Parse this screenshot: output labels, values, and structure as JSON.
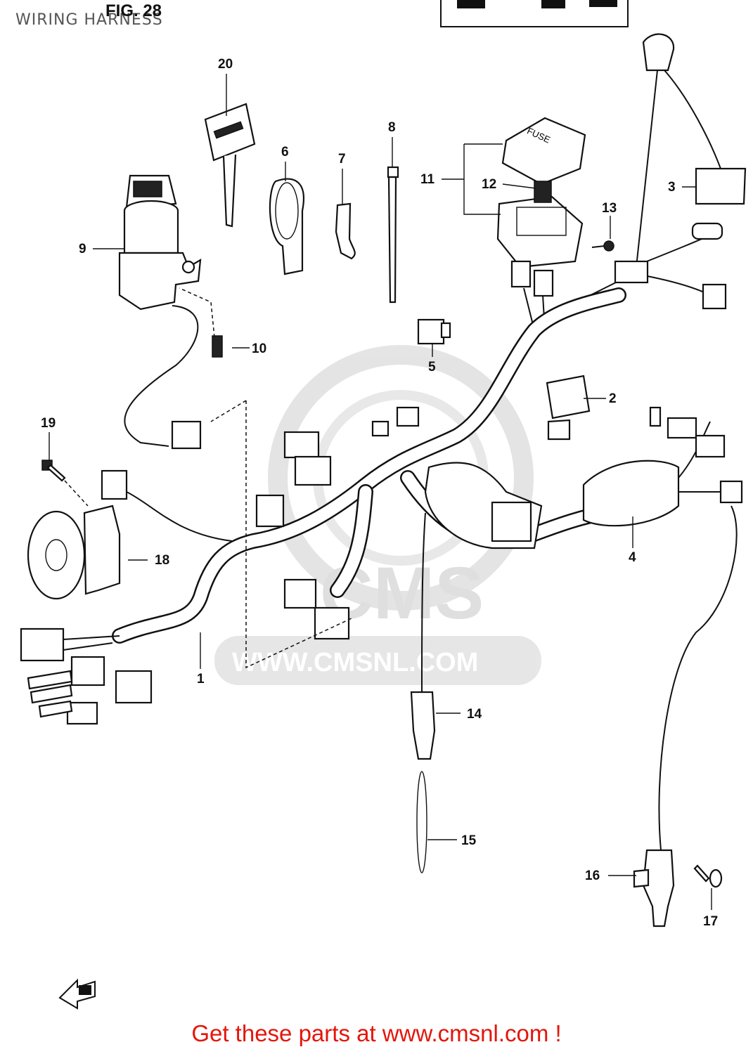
{
  "header": {
    "title": "WIRING HARNESS",
    "figure": "FIG. 28"
  },
  "watermark": {
    "logo": "CMS",
    "url": "WWW.CMSNL.COM"
  },
  "callouts": {
    "p1": "1",
    "p2": "2",
    "p3": "3",
    "p4": "4",
    "p5": "5",
    "p6": "6",
    "p7": "7",
    "p8": "8",
    "p9": "9",
    "p10": "10",
    "p11": "11",
    "p12": "12",
    "p13": "13",
    "p14": "14",
    "p15": "15",
    "p16": "16",
    "p17": "17",
    "p18": "18",
    "p19": "19",
    "p20": "20"
  },
  "parts": {
    "fuse_cover_text": "FUSE"
  },
  "footer": {
    "link_text": "Get these parts at www.cmsnl.com !"
  }
}
